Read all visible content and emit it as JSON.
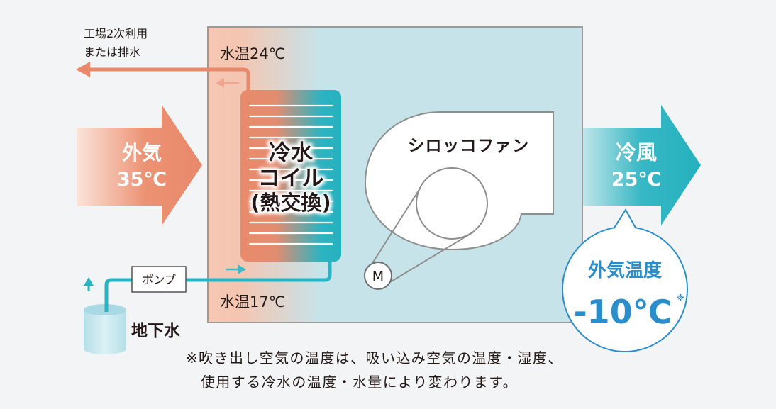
{
  "discharge": {
    "line1": "工場2次利用",
    "line2": "または排水"
  },
  "coil": {
    "line1": "冷水",
    "line2": "コイル",
    "line3": "(熱交換)",
    "outlet_temp": "水温24℃",
    "inlet_temp": "水温17℃"
  },
  "intake": {
    "label": "外気",
    "temp": "35℃"
  },
  "outlet": {
    "label": "冷風",
    "temp": "25℃"
  },
  "fan": {
    "label": "シロッコファン",
    "motor": "M"
  },
  "water_supply": {
    "pump": "ポンプ",
    "source": "地下水"
  },
  "callout": {
    "title": "外気温度",
    "value": "-10℃",
    "mark": "※"
  },
  "footnote": {
    "line1": "※吹き出し空気の温度は、吸い込み空気の温度・湿度、",
    "line2": "使用する冷水の温度・水量により変わります。"
  },
  "colors": {
    "warm_orange": "#e9896b",
    "cool_teal": "#2ab3c1",
    "callout_blue": "#2a8dcc",
    "housing_blue": "#c6e3ea",
    "housing_peach": "#f6c8b3"
  }
}
